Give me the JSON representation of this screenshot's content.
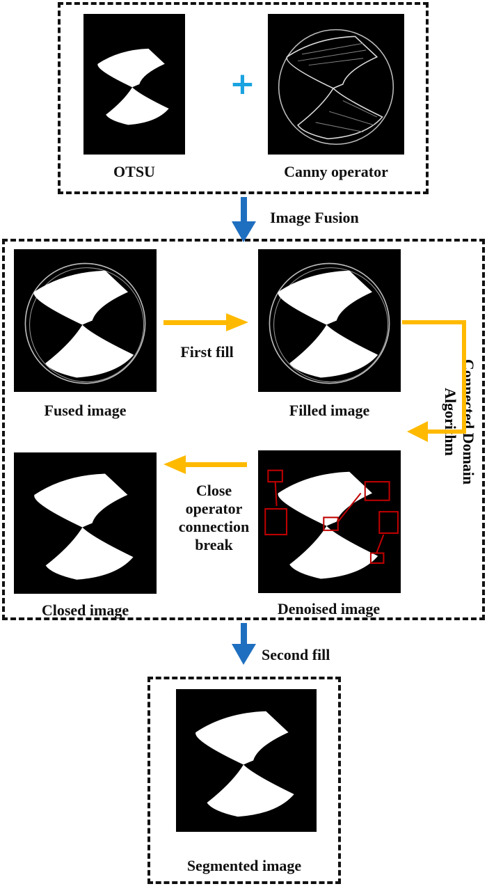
{
  "inputs": {
    "otsu": "OTSU",
    "canny": "Canny operator",
    "plus": "+"
  },
  "steps": {
    "fusion": "Image Fusion",
    "first_fill": "First fill",
    "connected": [
      "Connected Domain",
      "Algorithm"
    ],
    "close": [
      "Close",
      "operator",
      "connection",
      "break"
    ],
    "second_fill": "Second fill"
  },
  "images": {
    "fused": "Fused image",
    "filled": "Filled image",
    "denoised": "Denoised image",
    "closed": "Closed image",
    "segmented": "Segmented image"
  },
  "colors": {
    "blue_arrow": "#1f6fc0",
    "yellow_arrow": "#ffba00",
    "highlight": "#c00000",
    "plus": "#1aa3e0"
  }
}
